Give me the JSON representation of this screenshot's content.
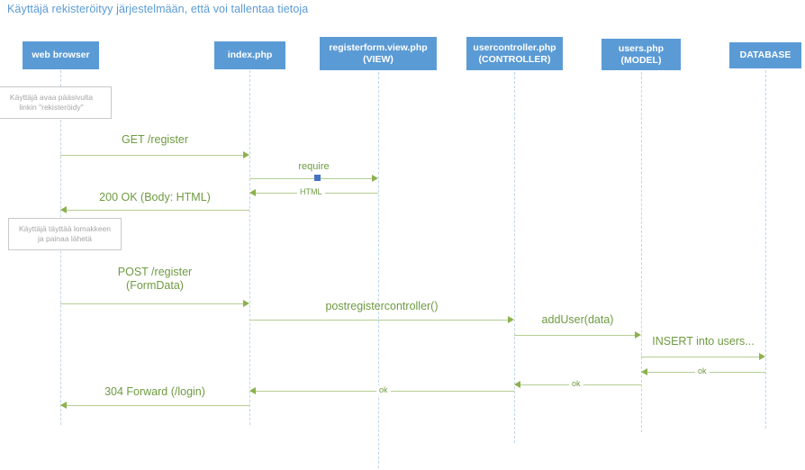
{
  "diagram": {
    "title": "Käyttäjä rekisteröityy järjestelmään, että voi tallentaa tietoja",
    "type": "uml-sequence-diagram",
    "colors": {
      "participant_fill": "#5B9BD5",
      "participant_text": "#FFFFFF",
      "title_text": "#5B9BD5",
      "lifeline": "#BDD7EE",
      "message_line": "#B5CE93",
      "message_arrowhead": "#8DB14E",
      "message_text": "#6E9B41",
      "note_border": "#C9C9C9",
      "note_text": "#A6A6A6",
      "selection_handle": "#4472C4"
    }
  },
  "participants": [
    {
      "id": "browser",
      "label": "web browser",
      "sublabel": ""
    },
    {
      "id": "index",
      "label": "index.php",
      "sublabel": ""
    },
    {
      "id": "view",
      "label": "registerform.view.php",
      "sublabel": "(VIEW)"
    },
    {
      "id": "controller",
      "label": "usercontroller.php",
      "sublabel": "(CONTROLLER)"
    },
    {
      "id": "model",
      "label": "users.php",
      "sublabel": "(MODEL)"
    },
    {
      "id": "database",
      "label": "DATABASE",
      "sublabel": ""
    }
  ],
  "notes": [
    {
      "id": "note1",
      "line1": "Käyttäjä avaa pääsivulta",
      "line2": "linkin \"rekisteröidy\""
    },
    {
      "id": "note2",
      "line1": "Käyttäjä täyttää lomakkeen",
      "line2": "ja painaa lähetä"
    }
  ],
  "messages": [
    {
      "id": "m1",
      "label": "GET /register",
      "label2": "",
      "from": "browser",
      "to": "index",
      "direction": "right"
    },
    {
      "id": "m2",
      "label": "require",
      "label2": "",
      "from": "index",
      "to": "view",
      "direction": "right"
    },
    {
      "id": "m3",
      "label": "HTML",
      "label2": "",
      "from": "view",
      "to": "index",
      "direction": "left"
    },
    {
      "id": "m4",
      "label": "200 OK (Body: HTML)",
      "label2": "",
      "from": "index",
      "to": "browser",
      "direction": "left"
    },
    {
      "id": "m5",
      "label": "POST /register",
      "label2": "(FormData)",
      "from": "browser",
      "to": "index",
      "direction": "right"
    },
    {
      "id": "m6",
      "label": "postregistercontroller()",
      "label2": "",
      "from": "index",
      "to": "controller",
      "direction": "right"
    },
    {
      "id": "m7",
      "label": "addUser(data)",
      "label2": "",
      "from": "controller",
      "to": "model",
      "direction": "right"
    },
    {
      "id": "m8",
      "label": "INSERT into users...",
      "label2": "",
      "from": "model",
      "to": "database",
      "direction": "right"
    },
    {
      "id": "m9",
      "label": "ok",
      "label2": "",
      "from": "database",
      "to": "model",
      "direction": "left"
    },
    {
      "id": "m10",
      "label": "ok",
      "label2": "",
      "from": "model",
      "to": "controller",
      "direction": "left"
    },
    {
      "id": "m11",
      "label": "ok",
      "label2": "",
      "from": "controller",
      "to": "index",
      "direction": "left"
    },
    {
      "id": "m12",
      "label": "304 Forward (/login)",
      "label2": "",
      "from": "index",
      "to": "browser",
      "direction": "left"
    }
  ]
}
